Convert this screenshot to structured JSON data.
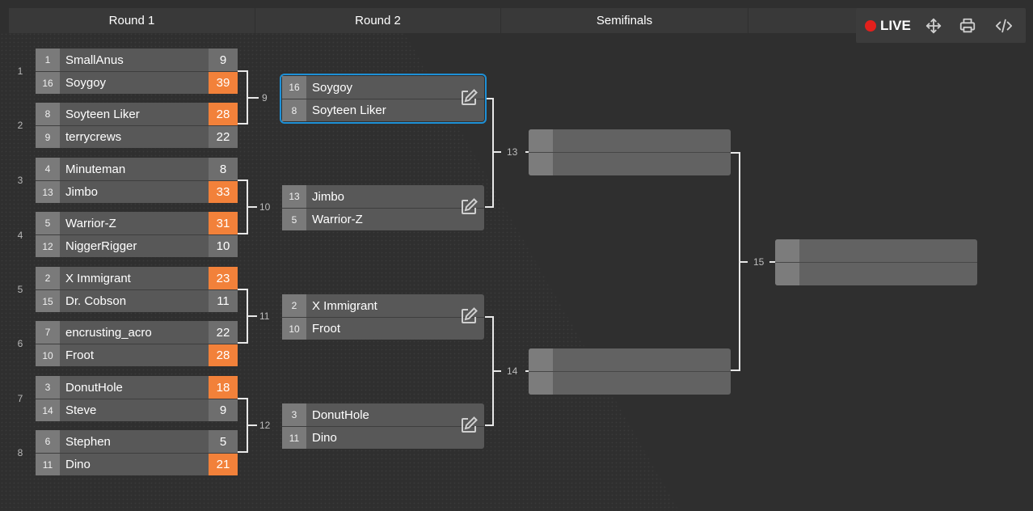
{
  "rounds": [
    "Round 1",
    "Round 2",
    "Semifinals"
  ],
  "live": {
    "label": "LIVE",
    "color": "#e3201c"
  },
  "toolbar": {
    "icons": [
      "move-icon",
      "print-icon",
      "embed-code-icon"
    ]
  },
  "colors": {
    "winner_score": "#f2813a",
    "selected_border": "#1e90d6"
  },
  "round1": [
    {
      "number": "1",
      "players": [
        {
          "seed": "1",
          "name": "SmallAnus",
          "score": "9",
          "win": false
        },
        {
          "seed": "16",
          "name": "Soygoy",
          "score": "39",
          "win": true
        }
      ]
    },
    {
      "number": "2",
      "players": [
        {
          "seed": "8",
          "name": "Soyteen Liker",
          "score": "28",
          "win": true
        },
        {
          "seed": "9",
          "name": "terrycrews",
          "score": "22",
          "win": false
        }
      ]
    },
    {
      "number": "3",
      "players": [
        {
          "seed": "4",
          "name": "Minuteman",
          "score": "8",
          "win": false
        },
        {
          "seed": "13",
          "name": "Jimbo",
          "score": "33",
          "win": true
        }
      ]
    },
    {
      "number": "4",
      "players": [
        {
          "seed": "5",
          "name": "Warrior-Z",
          "score": "31",
          "win": true
        },
        {
          "seed": "12",
          "name": "NiggerRigger",
          "score": "10",
          "win": false
        }
      ]
    },
    {
      "number": "5",
      "players": [
        {
          "seed": "2",
          "name": "X Immigrant",
          "score": "23",
          "win": true
        },
        {
          "seed": "15",
          "name": "Dr. Cobson",
          "score": "11",
          "win": false
        }
      ]
    },
    {
      "number": "6",
      "players": [
        {
          "seed": "7",
          "name": "encrusting_acro",
          "score": "22",
          "win": false
        },
        {
          "seed": "10",
          "name": "Froot",
          "score": "28",
          "win": true
        }
      ]
    },
    {
      "number": "7",
      "players": [
        {
          "seed": "3",
          "name": "DonutHole",
          "score": "18",
          "win": true
        },
        {
          "seed": "14",
          "name": "Steve",
          "score": "9",
          "win": false
        }
      ]
    },
    {
      "number": "8",
      "players": [
        {
          "seed": "6",
          "name": "Stephen",
          "score": "5",
          "win": false
        },
        {
          "seed": "11",
          "name": "Dino",
          "score": "21",
          "win": true
        }
      ]
    }
  ],
  "round2": [
    {
      "number": "9",
      "selected": true,
      "players": [
        {
          "seed": "16",
          "name": "Soygoy"
        },
        {
          "seed": "8",
          "name": "Soyteen Liker"
        }
      ]
    },
    {
      "number": "10",
      "selected": false,
      "players": [
        {
          "seed": "13",
          "name": "Jimbo"
        },
        {
          "seed": "5",
          "name": "Warrior-Z"
        }
      ]
    },
    {
      "number": "11",
      "selected": false,
      "players": [
        {
          "seed": "2",
          "name": "X Immigrant"
        },
        {
          "seed": "10",
          "name": "Froot"
        }
      ]
    },
    {
      "number": "12",
      "selected": false,
      "players": [
        {
          "seed": "3",
          "name": "DonutHole"
        },
        {
          "seed": "11",
          "name": "Dino"
        }
      ]
    }
  ],
  "semifinals": [
    {
      "number": "13"
    },
    {
      "number": "14"
    }
  ],
  "final": {
    "number": "15"
  }
}
